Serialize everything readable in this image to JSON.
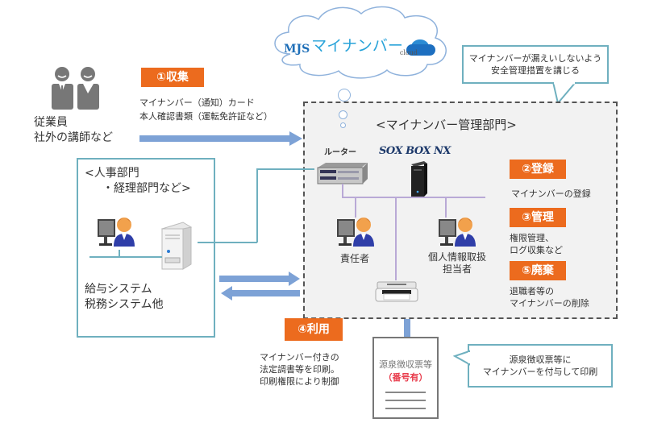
{
  "cloud": {
    "logo_prefix": "MJS",
    "logo_text": "マイナンバー",
    "logo_suffix": "cloud"
  },
  "top_callout": {
    "line1": "マイナンバーが漏えいしないよう",
    "line2": "安全管理措置を講じる"
  },
  "employees": {
    "line1": "従業員",
    "line2": "社外の講師など"
  },
  "step1": {
    "badge": "①収集",
    "line1": "マイナンバー（通知）カード",
    "line2": "本人確認書類（運転免許証など）"
  },
  "hr_dept": {
    "title_line1": "<人事部門",
    "title_line2": "・経理部門など>",
    "system_line1": "給与システム",
    "system_line2": "税務システム他"
  },
  "mgmt_dept": {
    "title": "<マイナンバー管理部門>",
    "router_label": "ルーター",
    "product_name": "SOX BOX NX",
    "person1": "責任者",
    "person2_line1": "個人情報取扱",
    "person2_line2": "担当者"
  },
  "step2": {
    "badge": "②登録",
    "desc": "マイナンバーの登録"
  },
  "step3": {
    "badge": "③管理",
    "desc_line1": "権限管理、",
    "desc_line2": "ログ収集など"
  },
  "step5": {
    "badge": "⑤廃棄",
    "desc_line1": "退職者等の",
    "desc_line2": "マイナンバーの削除"
  },
  "step4": {
    "badge": "④利用",
    "line1": "マイナンバー付きの",
    "line2": "法定調書等を印刷。",
    "line3": "印刷権限により制御"
  },
  "document": {
    "title": "源泉徴収票等",
    "sub": "（番号有）"
  },
  "bottom_callout": {
    "line1": "源泉徴収票等に",
    "line2": "マイナンバーを付与して印刷"
  },
  "colors": {
    "accent_orange": "#ec6b1e",
    "arrow_blue": "#7da2d6",
    "box_teal": "#6fb0bf",
    "line_purple": "#b9a9d6",
    "red_text": "#e83a4a"
  }
}
